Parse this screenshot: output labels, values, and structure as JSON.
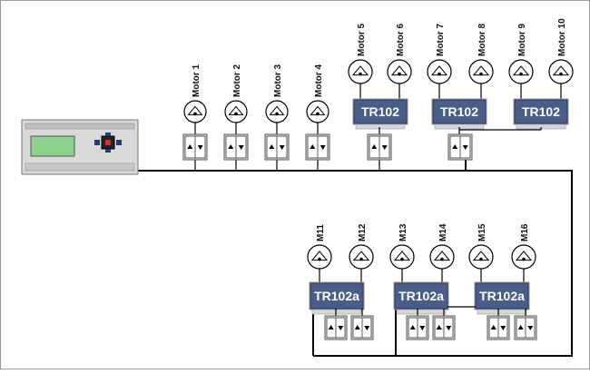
{
  "controller": {
    "lcd_line1": "",
    "lcd_line2": "",
    "brand": ""
  },
  "colors": {
    "bus": "#000000",
    "module_fill": "#4a5d89",
    "module_border": "#2c3a60",
    "module_text": "#ffffff",
    "switch_fill": "#e4e4e4",
    "lcd": "#8fd18f"
  },
  "motor_labels_top": [
    "Motor 1",
    "Motor 2",
    "Motor 3",
    "Motor 4",
    "Motor 5",
    "Motor 6",
    "Motor 7",
    "Motor 8",
    "Motor 9",
    "Motor 10"
  ],
  "modules_top": [
    "TR102",
    "TR102",
    "TR102"
  ],
  "motor_labels_bottom": [
    "M11",
    "M12",
    "M13",
    "M14",
    "M15",
    "M16"
  ],
  "modules_bottom": [
    "TR102a",
    "TR102a",
    "TR102a"
  ],
  "icons": {
    "motor": "motor-symbol-icon",
    "switch": "up-down-switch-icon",
    "controller": "controller-device-icon"
  }
}
